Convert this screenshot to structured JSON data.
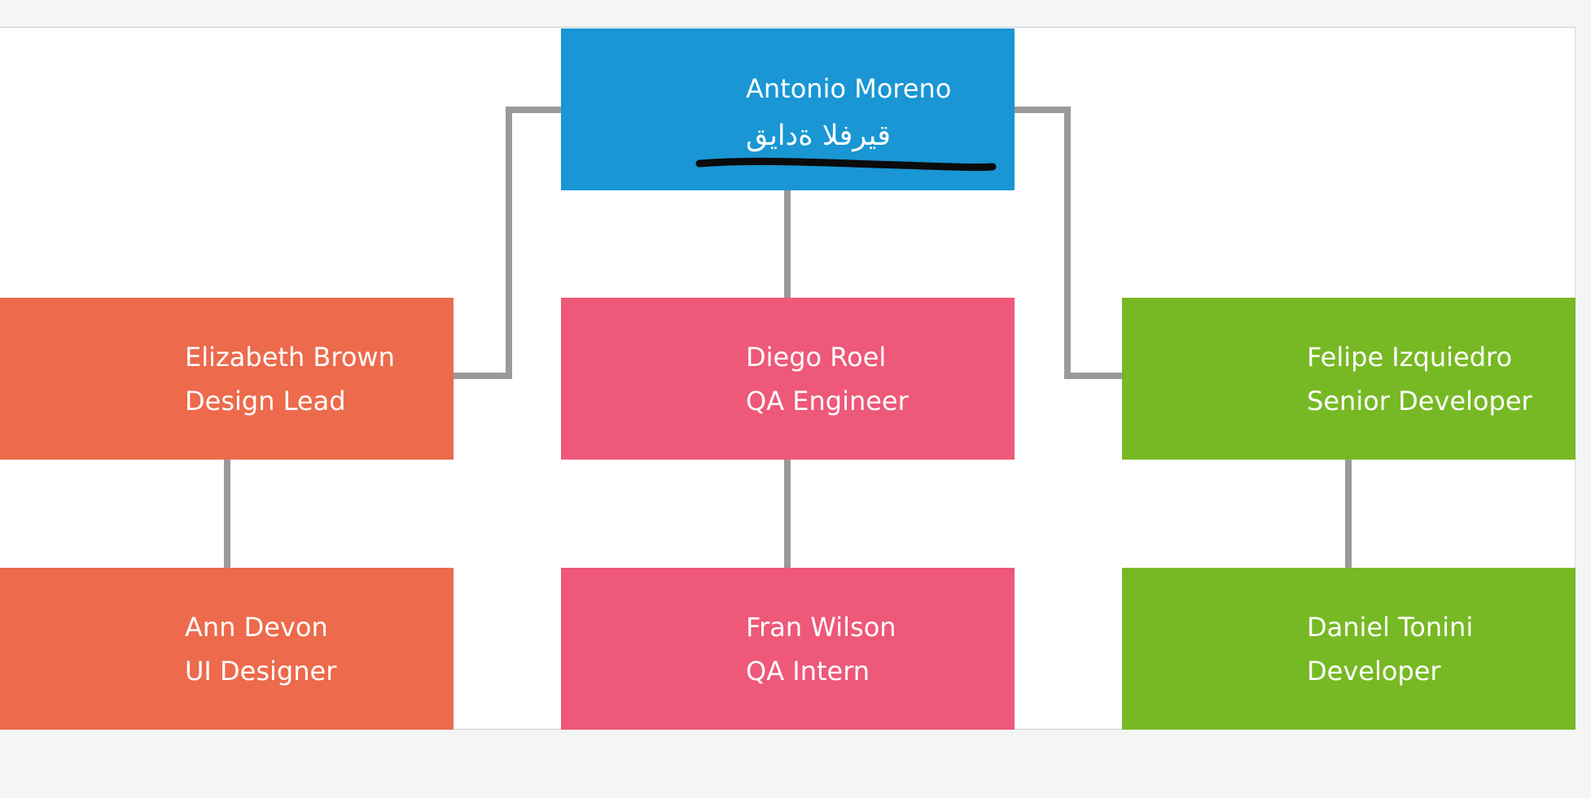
{
  "page": {
    "background_color": "#f4f5f5",
    "canvas_color": "#ffffff",
    "frame_border_color": "#c9cdce"
  },
  "chart": {
    "type": "org-chart",
    "connector_color": "#9a9a9a",
    "nodes": {
      "root": {
        "name": "Antonio Moreno",
        "role": "قيادة الفريق",
        "color": "#1996d3",
        "level": 1
      },
      "design_lead": {
        "name": "Elizabeth Brown",
        "role": "Design Lead",
        "color": "#ed6a4c",
        "level": 2
      },
      "qa_engineer": {
        "name": "Diego Roel",
        "role": "QA Engineer",
        "color": "#ee5879",
        "level": 2
      },
      "senior_dev": {
        "name": "Felipe Izquiedro",
        "role": "Senior Developer",
        "color": "#77b924",
        "level": 2
      },
      "ui_designer": {
        "name": "Ann Devon",
        "role": "UI Designer",
        "color": "#ed6a4c",
        "level": 3
      },
      "qa_intern": {
        "name": "Fran Wilson",
        "role": "QA Intern",
        "color": "#ee5879",
        "level": 3
      },
      "developer": {
        "name": "Daniel Tonini",
        "role": "Developer",
        "color": "#77b924",
        "level": 3
      }
    },
    "edges": [
      {
        "from": "root",
        "to": "design_lead"
      },
      {
        "from": "root",
        "to": "qa_engineer"
      },
      {
        "from": "root",
        "to": "senior_dev"
      },
      {
        "from": "design_lead",
        "to": "ui_designer"
      },
      {
        "from": "qa_engineer",
        "to": "qa_intern"
      },
      {
        "from": "senior_dev",
        "to": "developer"
      }
    ],
    "annotation": {
      "type": "hand-drawn-underline",
      "color": "#0b0b0b",
      "under_text": "قيادة الفريق"
    }
  }
}
